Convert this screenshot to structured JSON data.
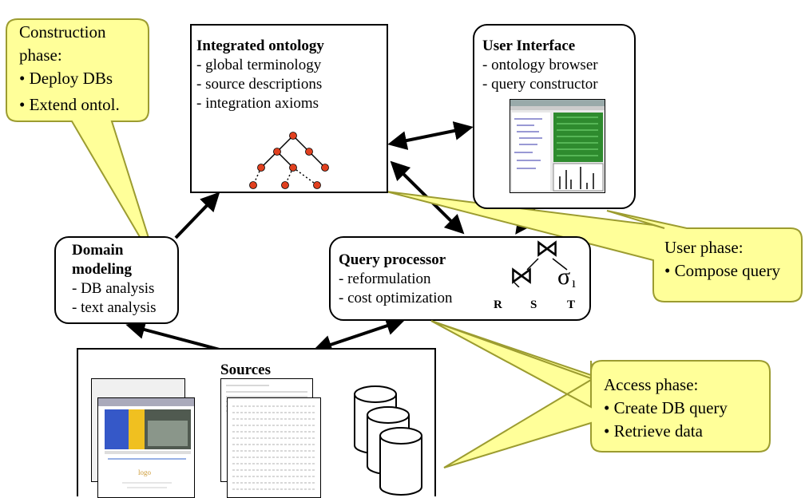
{
  "ontology": {
    "title": "Integrated ontology",
    "items": [
      "- global terminology",
      "- source descriptions",
      "- integration axioms"
    ]
  },
  "user_interface": {
    "title": "User Interface",
    "items": [
      "- ontology browser",
      "- query constructor"
    ]
  },
  "domain_modeling": {
    "title_line1": "Domain",
    "title_line2": "modeling",
    "items": [
      "- DB analysis",
      "- text analysis"
    ]
  },
  "query_processor": {
    "title": "Query processor",
    "items": [
      "- reformulation",
      "- cost optimization"
    ],
    "relations": [
      "R",
      "S",
      "T"
    ],
    "join_symbol": "⋈",
    "select_symbol": "σ"
  },
  "sources": {
    "title": "Sources"
  },
  "callouts": {
    "construction": {
      "heading_line1": "Construction",
      "heading_line2": "phase:",
      "bullets": [
        "• Deploy DBs",
        "• Extend ontol."
      ]
    },
    "user": {
      "heading": "User phase:",
      "bullets": [
        "• Compose query"
      ]
    },
    "access": {
      "heading": "Access phase:",
      "bullets": [
        "• Create DB query",
        "• Retrieve data"
      ]
    }
  },
  "colors": {
    "callout_fill": "#ffff99",
    "callout_stroke": "#9c9c30",
    "tree_node": "#e0401f",
    "ui_screen_green": "#2e8b2e"
  }
}
